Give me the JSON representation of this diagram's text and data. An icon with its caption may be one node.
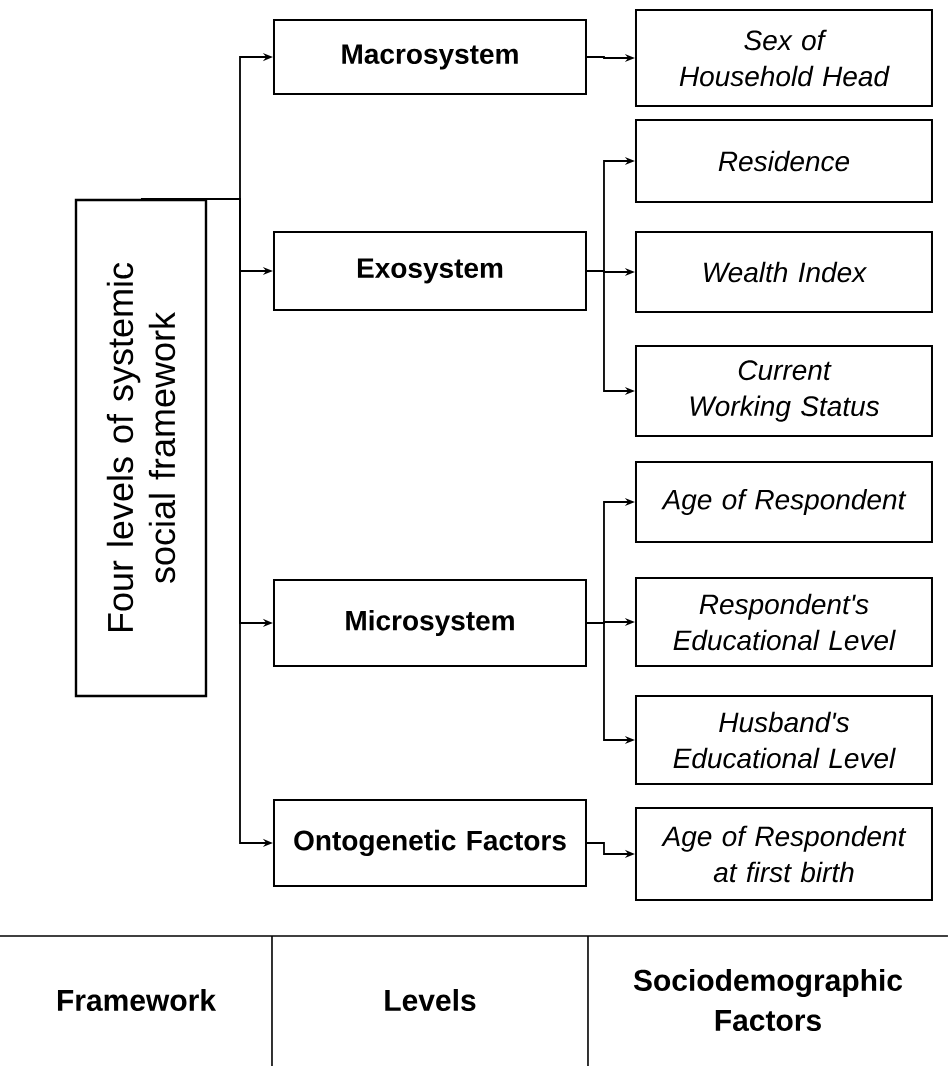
{
  "diagram": {
    "nodes": [
      {
        "text": [
          "Four levels of systemic social framework"
        ]
      },
      {
        "text": [
          "Macrosystem"
        ]
      },
      {
        "text": [
          "Sex of Household Head"
        ]
      },
      {
        "text": [
          "Exosystem"
        ]
      },
      {
        "text": [
          "Residence"
        ]
      },
      {
        "text": [
          "Wealth Index"
        ]
      },
      {
        "text": [
          "Current Working Status"
        ]
      },
      {
        "text": [
          "Microsystem"
        ]
      },
      {
        "text": [
          "Age of Respondent"
        ]
      },
      {
        "text": [
          "Respondent's Educational Level"
        ]
      },
      {
        "text": [
          "Husband's Educational Level"
        ]
      },
      {
        "text": [
          "Ontogenetic Factors"
        ]
      },
      {
        "text": [
          "Age of Respondent at first birth"
        ]
      }
    ],
    "edges": [
      {
        "from": 0,
        "to": 1,
        "arrow": "to"
      },
      {
        "from": 0,
        "to": 3,
        "arrow": "to"
      },
      {
        "from": 0,
        "to": 7,
        "arrow": "to"
      },
      {
        "from": 0,
        "to": 11,
        "arrow": "to"
      },
      {
        "from": 1,
        "to": 2,
        "arrow": "to"
      },
      {
        "from": 3,
        "to": 4,
        "arrow": "to"
      },
      {
        "from": 3,
        "to": 5,
        "arrow": "to"
      },
      {
        "from": 3,
        "to": 6,
        "arrow": "to"
      },
      {
        "from": 7,
        "to": 8,
        "arrow": "to"
      },
      {
        "from": 7,
        "to": 9,
        "arrow": "to"
      },
      {
        "from": 7,
        "to": 10,
        "arrow": "to"
      },
      {
        "from": 11,
        "to": 12,
        "arrow": "to"
      }
    ],
    "labels": [
      "Framework",
      "Levels",
      "Sociodemographic Factors"
    ]
  }
}
